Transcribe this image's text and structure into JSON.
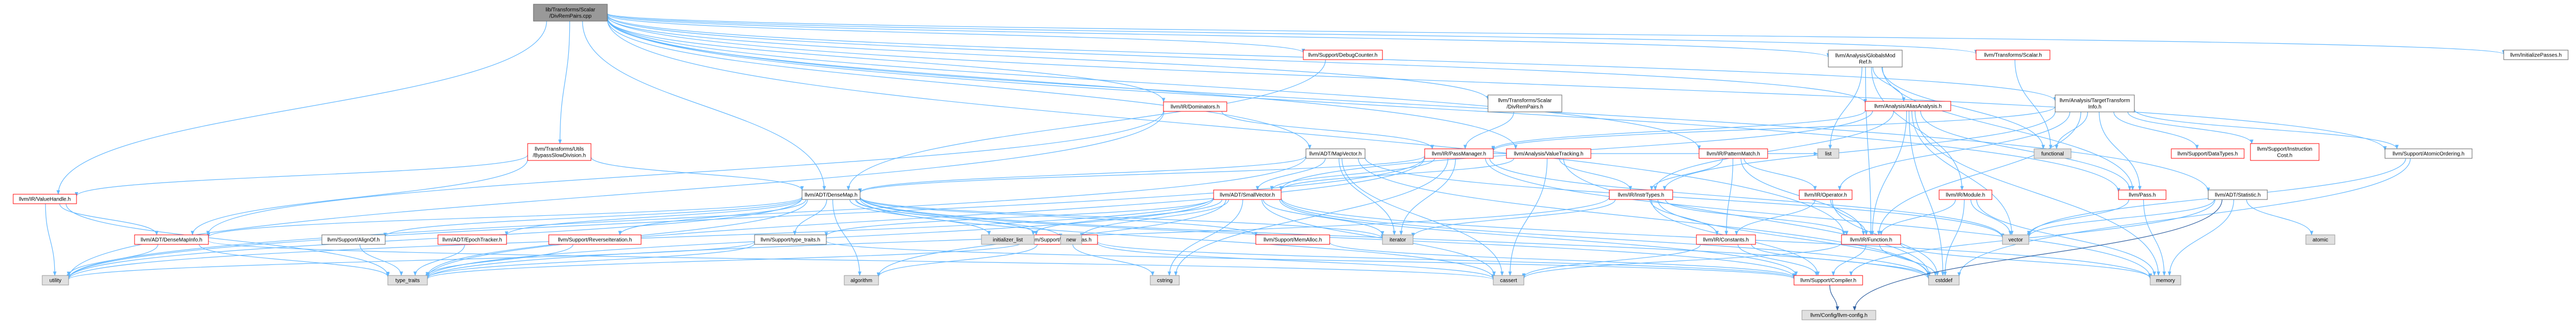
{
  "graph": {
    "nodes": [
      {
        "key": "root",
        "lines": [
          "lib/Transforms/Scalar",
          "/DivRemPairs.cpp"
        ],
        "style": "root"
      },
      {
        "key": "initpasses",
        "lines": [
          "llvm/InitializePasses.h"
        ],
        "style": "link"
      },
      {
        "key": "debugcounter",
        "lines": [
          "llvm/Support/DebugCounter.h"
        ],
        "style": "red"
      },
      {
        "key": "dominators",
        "lines": [
          "llvm/IR/Dominators.h"
        ],
        "style": "red"
      },
      {
        "key": "bypassslow",
        "lines": [
          "llvm/Transforms/Utils",
          "/BypassSlowDivision.h"
        ],
        "style": "red"
      },
      {
        "key": "valuehandle",
        "lines": [
          "llvm/IR/ValueHandle.h"
        ],
        "style": "red"
      },
      {
        "key": "densemapinfo",
        "lines": [
          "llvm/ADT/DenseMapInfo.h"
        ],
        "style": "red"
      },
      {
        "key": "divrempass",
        "lines": [
          "llvm/Transforms/Scalar",
          "/DivRemPairs.h"
        ],
        "style": "link"
      },
      {
        "key": "passmanager",
        "lines": [
          "llvm/IR/PassManager.h"
        ],
        "style": "red"
      },
      {
        "key": "mapvector",
        "lines": [
          "llvm/ADT/MapVector.h"
        ],
        "style": "link"
      },
      {
        "key": "densemap",
        "lines": [
          "llvm/ADT/DenseMap.h"
        ],
        "style": "link"
      },
      {
        "key": "alignof",
        "lines": [
          "llvm/Support/AlignOf.h"
        ],
        "style": "link"
      },
      {
        "key": "typetraits",
        "lines": [
          "llvm/Support/type_traits.h"
        ],
        "style": "link"
      },
      {
        "key": "epochtracker",
        "lines": [
          "llvm/ADT/EpochTracker.h"
        ],
        "style": "red"
      },
      {
        "key": "reverseiter",
        "lines": [
          "llvm/Support/ReverseIteration.h"
        ],
        "style": "red"
      },
      {
        "key": "mathextras",
        "lines": [
          "llvm/Support/MathExtras.h"
        ],
        "style": "red"
      },
      {
        "key": "memalloc",
        "lines": [
          "llvm/Support/MemAlloc.h"
        ],
        "style": "red"
      },
      {
        "key": "smallvector",
        "lines": [
          "llvm/ADT/SmallVector.h"
        ],
        "style": "red"
      },
      {
        "key": "valuetracking",
        "lines": [
          "llvm/Analysis/ValueTracking.h"
        ],
        "style": "red"
      },
      {
        "key": "globalsmod",
        "lines": [
          "llvm/Analysis/GlobalsMod",
          "Ref.h"
        ],
        "style": "link"
      },
      {
        "key": "scalar",
        "lines": [
          "llvm/Transforms/Scalar.h"
        ],
        "style": "red"
      },
      {
        "key": "aliasanalysis",
        "lines": [
          "llvm/Analysis/AliasAnalysis.h"
        ],
        "style": "red"
      },
      {
        "key": "patternmatch",
        "lines": [
          "llvm/IR/PatternMatch.h"
        ],
        "style": "red"
      },
      {
        "key": "insttypes",
        "lines": [
          "llvm/IR/InstrTypes.h"
        ],
        "style": "red"
      },
      {
        "key": "operator",
        "lines": [
          "llvm/IR/Operator.h"
        ],
        "style": "red"
      },
      {
        "key": "module",
        "lines": [
          "llvm/IR/Module.h"
        ],
        "style": "red"
      },
      {
        "key": "constants",
        "lines": [
          "llvm/IR/Constants.h"
        ],
        "style": "red"
      },
      {
        "key": "function",
        "lines": [
          "llvm/IR/Function.h"
        ],
        "style": "red"
      },
      {
        "key": "compiler",
        "lines": [
          "llvm/Support/Compiler.h"
        ],
        "style": "red"
      },
      {
        "key": "configh",
        "lines": [
          "llvm/Config/llvm-config.h"
        ],
        "style": "gray"
      },
      {
        "key": "targettrans",
        "lines": [
          "llvm/Analysis/TargetTransform",
          "Info.h"
        ],
        "style": "link"
      },
      {
        "key": "datatypes",
        "lines": [
          "llvm/Support/DataTypes.h"
        ],
        "style": "red"
      },
      {
        "key": "instcost",
        "lines": [
          "llvm/Support/Instruction",
          "Cost.h"
        ],
        "style": "red"
      },
      {
        "key": "atomicorder",
        "lines": [
          "llvm/Support/AtomicOrdering.h"
        ],
        "style": "link"
      },
      {
        "key": "pass",
        "lines": [
          "llvm/Pass.h"
        ],
        "style": "red"
      },
      {
        "key": "statistic",
        "lines": [
          "llvm/ADT/Statistic.h"
        ],
        "style": "link"
      },
      {
        "key": "functional",
        "lines": [
          "functional"
        ],
        "style": "gray"
      },
      {
        "key": "list",
        "lines": [
          "list"
        ],
        "style": "gray"
      },
      {
        "key": "vector",
        "lines": [
          "vector"
        ],
        "style": "gray"
      },
      {
        "key": "memory",
        "lines": [
          "memory"
        ],
        "style": "gray"
      },
      {
        "key": "cstddef",
        "lines": [
          "cstddef"
        ],
        "style": "gray"
      },
      {
        "key": "cassert",
        "lines": [
          "cassert"
        ],
        "style": "gray"
      },
      {
        "key": "algorithm",
        "lines": [
          "algorithm"
        ],
        "style": "gray"
      },
      {
        "key": "cstring",
        "lines": [
          "cstring"
        ],
        "style": "gray"
      },
      {
        "key": "utility",
        "lines": [
          "utility"
        ],
        "style": "gray"
      },
      {
        "key": "type_traits",
        "lines": [
          "type_traits"
        ],
        "style": "gray"
      },
      {
        "key": "initlist",
        "lines": [
          "initializer_list"
        ],
        "style": "gray"
      },
      {
        "key": "new",
        "lines": [
          "new"
        ],
        "style": "gray"
      },
      {
        "key": "iterator",
        "lines": [
          "iterator"
        ],
        "style": "gray"
      },
      {
        "key": "atomic",
        "lines": [
          "atomic"
        ],
        "style": "gray"
      }
    ]
  },
  "colors": {
    "root_fill": "#999999",
    "root_border": "#666666",
    "node_fill": "#ffffff",
    "red_border": "#ff0000",
    "link_border": "#666666",
    "gray_fill": "#e0e0e0",
    "gray_border": "#999999",
    "edge": "#63b8ff",
    "edge_dark": "#2f5fa0",
    "text": "#000000"
  }
}
